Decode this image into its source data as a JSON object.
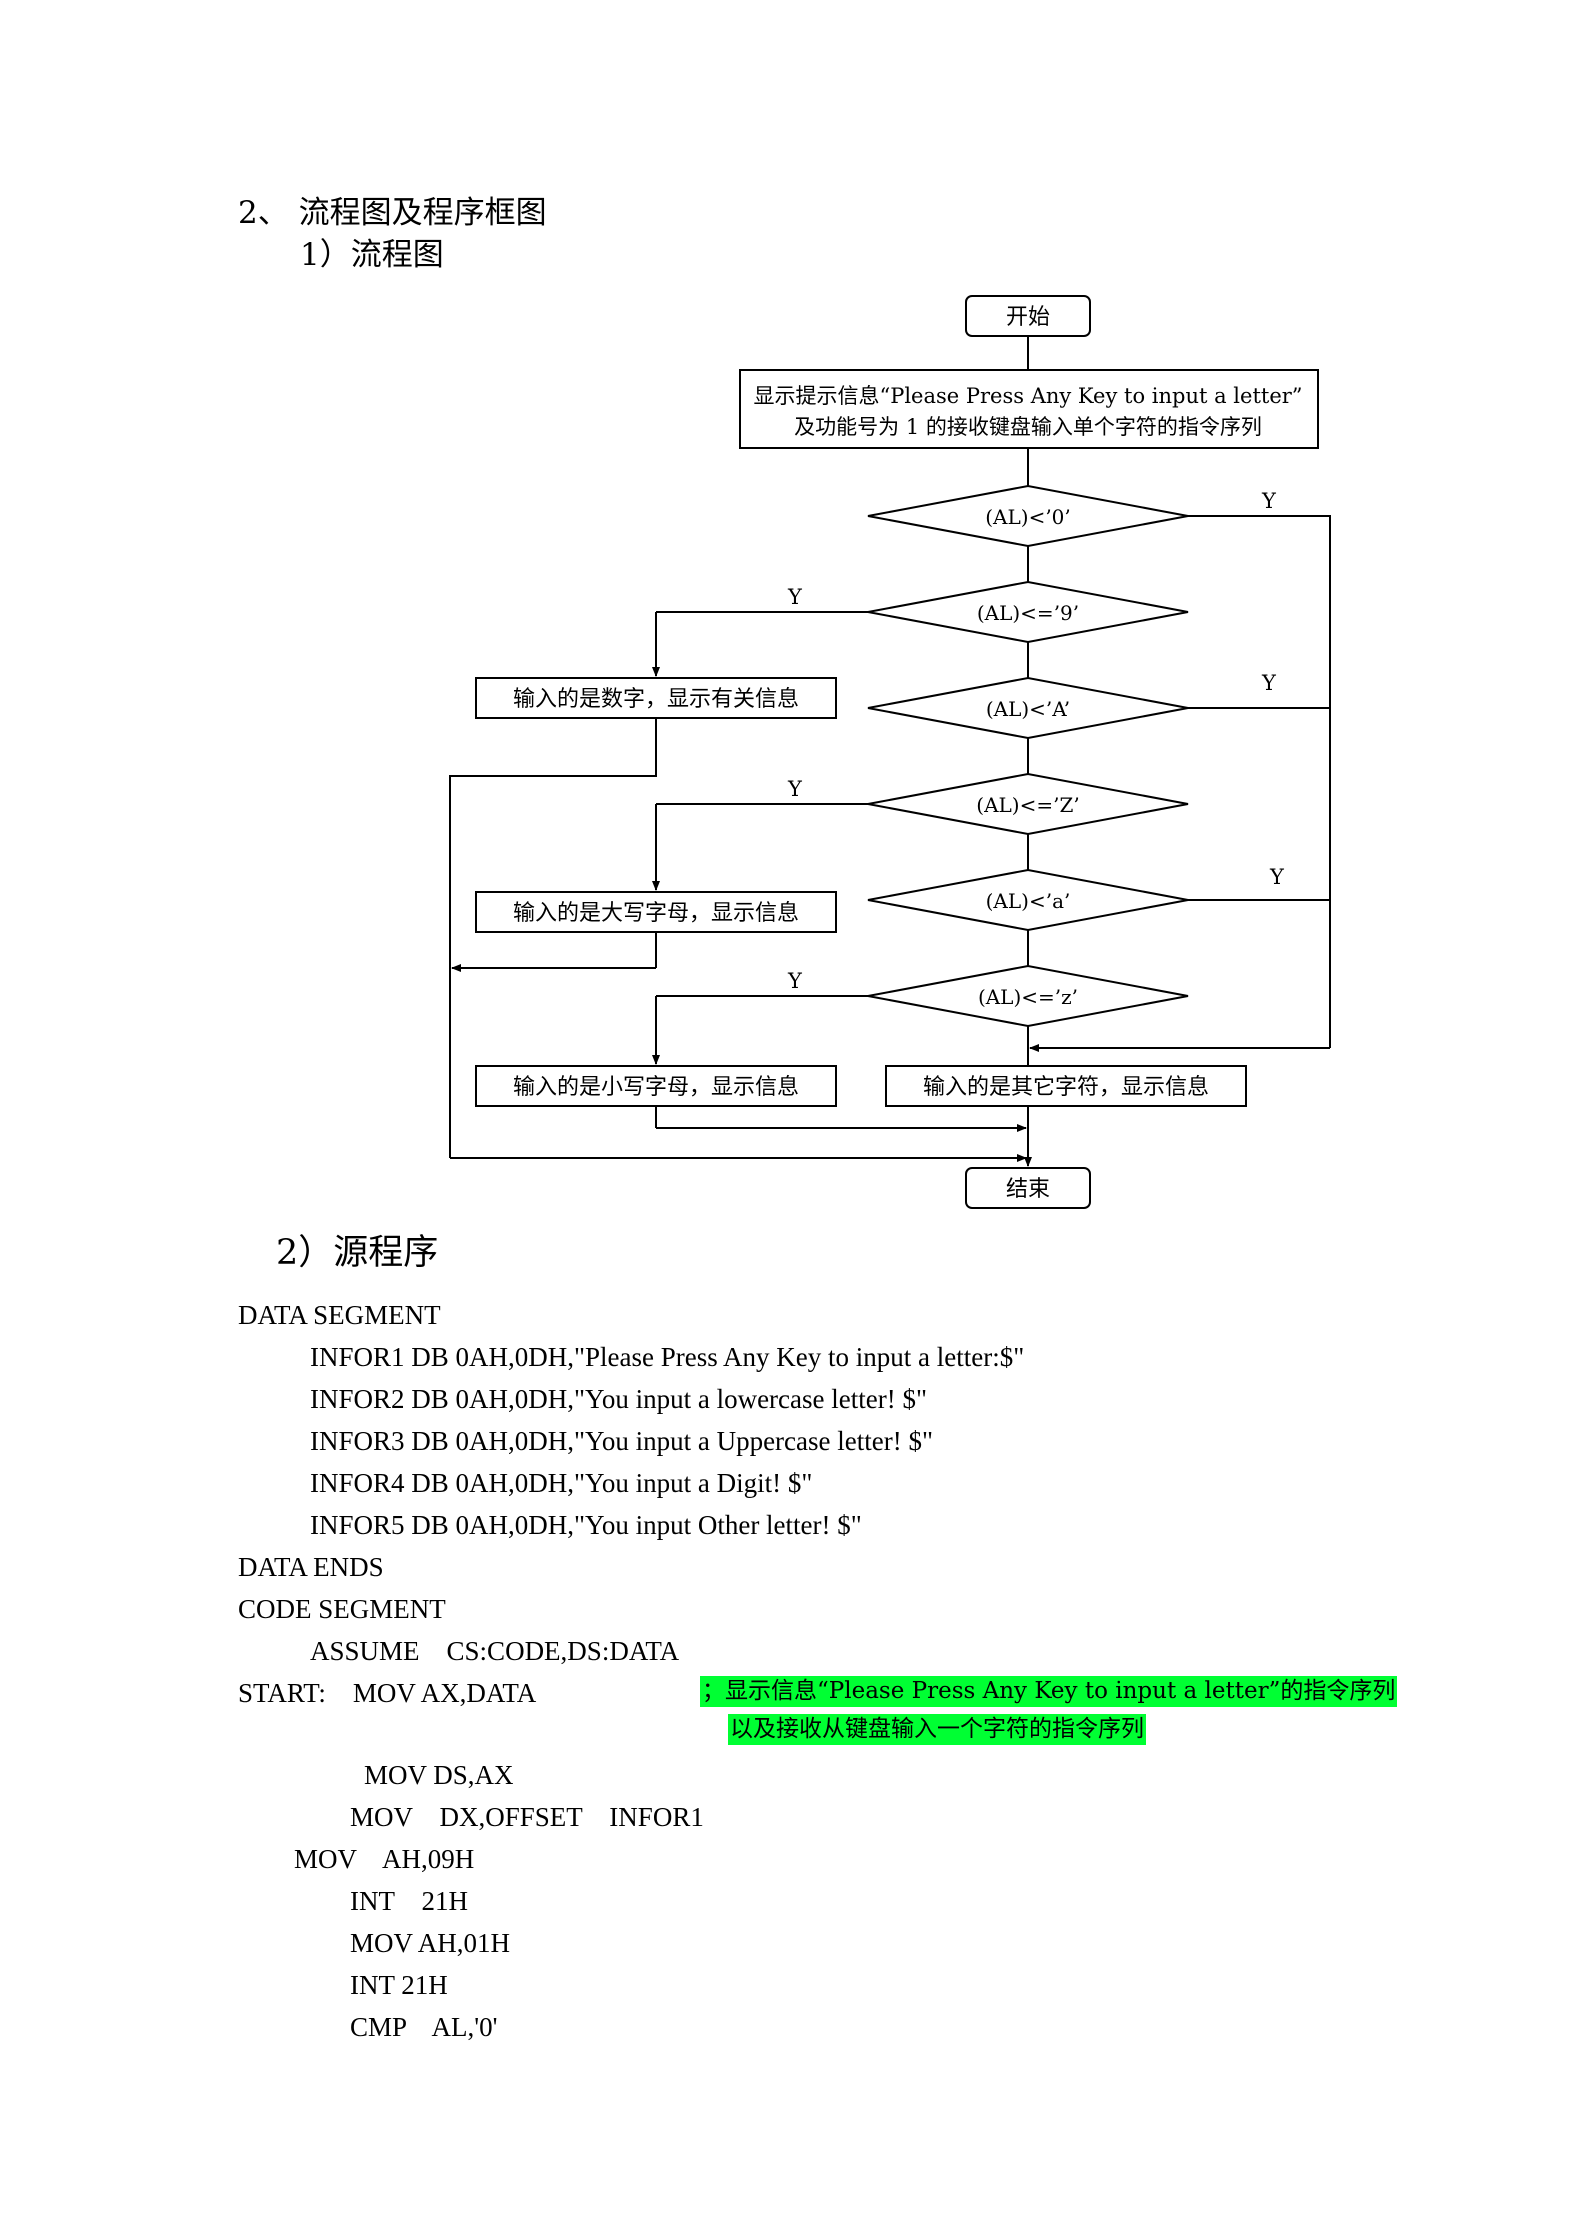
{
  "headings": {
    "section": "2、 流程图及程序框图",
    "flowchart": "1）流程图",
    "source": "2）源程序"
  },
  "flowchart": {
    "start": "开始",
    "end": "结束",
    "prompt_line1": "显示提示信息“Please Press Any Key to input a letter”",
    "prompt_line2": "及功能号为 1 的接收键盘输入单个字符的指令序列",
    "decisions": [
      "(AL)<’0’",
      "(AL)<=’9’",
      "(AL)<’A’",
      "(AL)<=’Z’",
      "(AL)<’a’",
      "(AL)<=’z’"
    ],
    "yes_label": "Y",
    "box_digit": "输入的是数字，显示有关信息",
    "box_upper": "输入的是大写字母，显示信息",
    "box_lower": "输入的是小写字母，显示信息",
    "box_other": "输入的是其它字符，显示信息"
  },
  "code": {
    "lines": [
      "DATA SEGMENT",
      "INFOR1 DB 0AH,0DH,\"Please Press Any Key to input a letter:$\"",
      "INFOR2 DB 0AH,0DH,\"You input a lowercase letter! $\"",
      "INFOR3 DB 0AH,0DH,\"You input a Uppercase letter! $\"",
      "INFOR4 DB 0AH,0DH,\"You input a Digit! $\"",
      "INFOR5 DB 0AH,0DH,\"You input Other letter! $\"",
      "DATA ENDS",
      "CODE SEGMENT",
      "ASSUME    CS:CODE,DS:DATA",
      "START:    MOV AX,DATA",
      "MOV DS,AX",
      "MOV    DX,OFFSET    INFOR1",
      "MOV    AH,09H",
      "INT    21H",
      "MOV AH,01H",
      "INT 21H",
      "CMP    AL,'0'"
    ],
    "comment_line1": "；显示信息“Please Press Any Key to input a letter”的指令序列",
    "comment_line2": "以及接收从键盘输入一个字符的指令序列"
  }
}
